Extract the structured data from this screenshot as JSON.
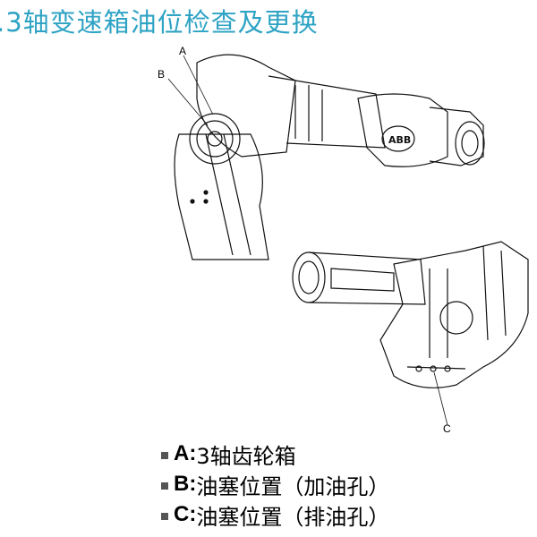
{
  "title": ".3轴变速箱油位检查及更换",
  "figure": {
    "callouts": [
      "A",
      "B",
      "C"
    ],
    "logo": "ABB"
  },
  "bullets": [
    {
      "key": "A:",
      "text": "3轴齿轮箱"
    },
    {
      "key": "B:",
      "text": "油塞位置（加油孔）"
    },
    {
      "key": "C:",
      "text": "油塞位置（排油孔）"
    }
  ]
}
